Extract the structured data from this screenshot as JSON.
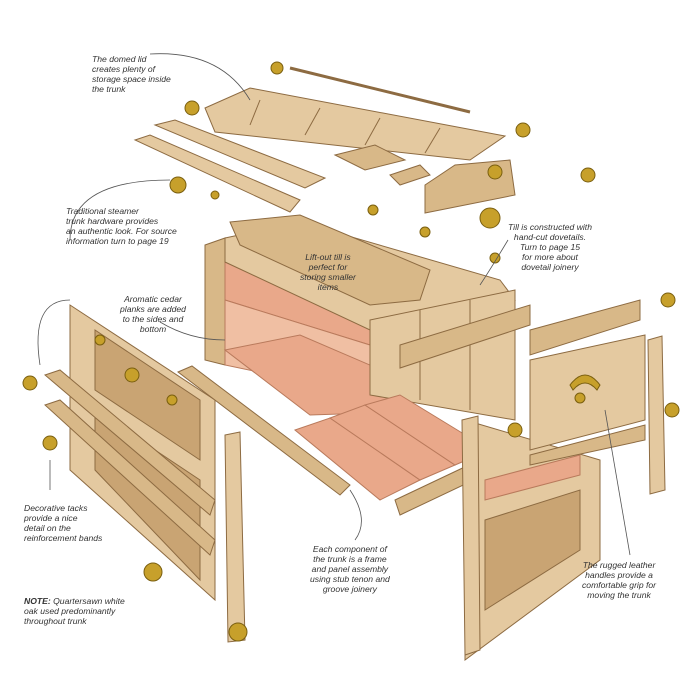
{
  "callouts": {
    "domed_lid": "The domed lid\ncreates plenty of\nstorage space inside\nthe trunk",
    "hardware": "Traditional steamer\ntrunk hardware provides\nan authentic look. For source\ninformation turn to page 19",
    "till_dovetails": "Till is constructed with\nhand-cut dovetails.\nTurn to page 15\nfor more about\ndovetail joinery",
    "lift_out_till": "Lift-out till is\nperfect for\nstoring smaller\nitems",
    "cedar_planks": "Aromatic cedar\nplanks are added\nto the sides and\nbottom",
    "decorative_tacks": "Decorative tacks\nprovide a nice\ndetail on the\nreinforcement bands",
    "frame_panel": "Each component of\nthe trunk is a frame\nand panel assembly\nusing stub tenon and\ngroove joinery",
    "leather_handles": "The rugged leather\nhandles provide a\ncomfortable grip for\nmoving the trunk",
    "note_label": "NOTE:",
    "note_text": " Quartersawn white\noak used predominantly\nthroughout trunk"
  },
  "colors": {
    "oak": "#e4c9a0",
    "cedar": "#e9a88a",
    "brass": "#c7a02b"
  }
}
